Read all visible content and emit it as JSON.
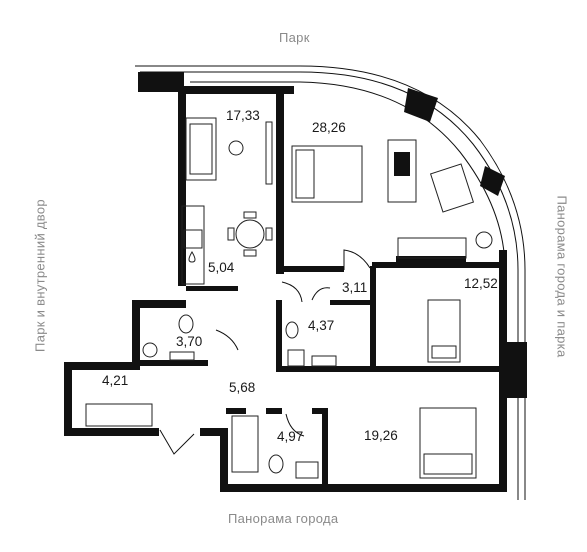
{
  "sides": {
    "top": "Парк",
    "left": "Парк и внутренний двор",
    "right": "Панорама города и парка",
    "bottom": "Панорама города"
  },
  "rooms": {
    "living": "17,33",
    "bedroom_main": "28,26",
    "kitchen": "5,04",
    "hall_small": "3,11",
    "bedroom_small": "12,52",
    "bath_left": "3,70",
    "bath_middle": "4,37",
    "storage": "4,21",
    "corridor": "5,68",
    "bath_bottom": "4,97",
    "bedroom_bottom": "19,26"
  },
  "colors": {
    "wall": "#111111",
    "label": "#8a8a8a",
    "text": "#1a1a1a"
  }
}
